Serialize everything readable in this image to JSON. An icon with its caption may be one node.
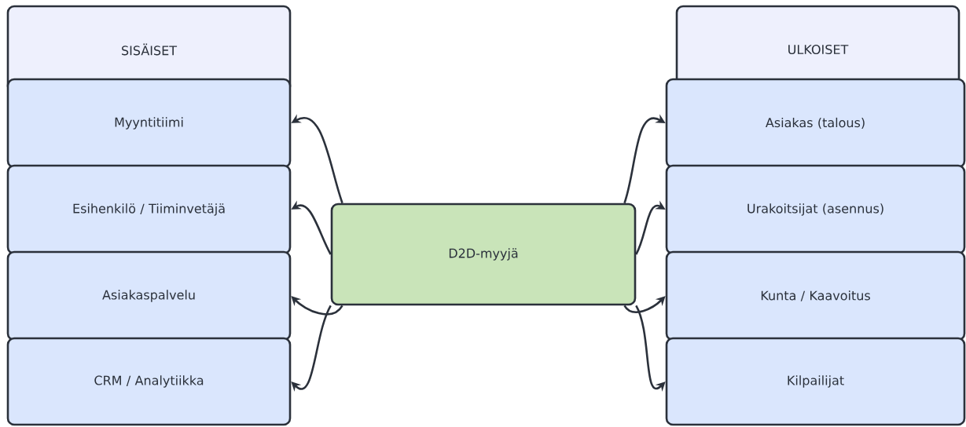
{
  "diagram": {
    "nodes": [
      {
        "text": [
          "SISÄISET"
        ]
      },
      {
        "text": [
          "Myyntitiimi"
        ]
      },
      {
        "text": [
          "Esihenkilö / Tiiminvetäjä"
        ]
      },
      {
        "text": [
          "Asiakaspalvelu"
        ]
      },
      {
        "text": [
          "CRM / Analytiikka"
        ]
      },
      {
        "text": [
          "D2D-myyjä"
        ]
      },
      {
        "text": [
          "ULKOISET"
        ]
      },
      {
        "text": [
          "Asiakas (talous)"
        ]
      },
      {
        "text": [
          "Urakoitsijat (asennus)"
        ]
      },
      {
        "text": [
          "Kunta / Kaavoitus"
        ]
      },
      {
        "text": [
          "Kilpailijat"
        ]
      }
    ],
    "edges": [
      {
        "from": 5,
        "to": 1,
        "arrow": "to"
      },
      {
        "from": 5,
        "to": 2,
        "arrow": "to"
      },
      {
        "from": 5,
        "to": 3,
        "arrow": "to"
      },
      {
        "from": 5,
        "to": 4,
        "arrow": "to"
      },
      {
        "from": 5,
        "to": 7,
        "arrow": "to"
      },
      {
        "from": 5,
        "to": 8,
        "arrow": "to"
      },
      {
        "from": 5,
        "to": 9,
        "arrow": "to"
      },
      {
        "from": 5,
        "to": 10,
        "arrow": "to"
      }
    ]
  }
}
